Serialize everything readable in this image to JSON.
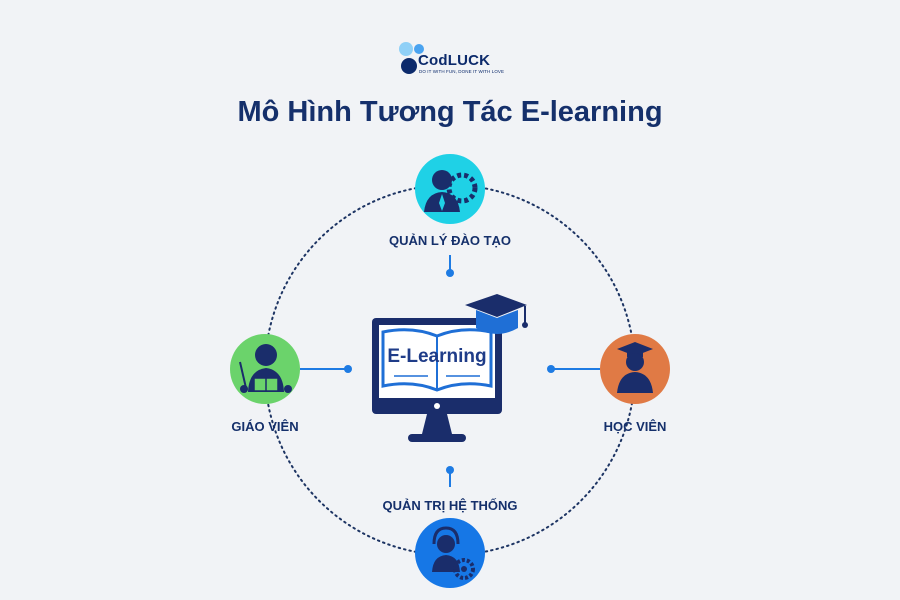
{
  "logo": {
    "name": "CodLUCK",
    "tagline": "DO IT WITH FUN, DONE IT WITH LOVE",
    "colors": {
      "primary": "#0c2a6b",
      "accent": "#4aa3f0",
      "light": "#8fd0f7"
    }
  },
  "title": "Mô Hình Tương Tác E-learning",
  "center": {
    "screen_text": "E-Learning",
    "icons": [
      "monitor-icon",
      "open-book-icon",
      "graduation-cap-icon"
    ]
  },
  "nodes": {
    "top": {
      "label": "QUẢN LÝ ĐÀO TẠO",
      "color": "#1fd1e6",
      "icon": "manager-gear-icon"
    },
    "left": {
      "label": "GIÁO VIÊN",
      "color": "#6bd36b",
      "icon": "teacher-icon"
    },
    "right": {
      "label": "HỌC VIÊN",
      "color": "#e07a45",
      "icon": "student-graduate-icon"
    },
    "bottom": {
      "label": "QUẢN TRỊ HỆ THỐNG",
      "color": "#1677e6",
      "icon": "admin-headset-gear-icon"
    }
  },
  "colors": {
    "navy": "#15306b",
    "connector": "#1e7be3",
    "ring": "#1d3463",
    "background": "#f1f3f6"
  }
}
